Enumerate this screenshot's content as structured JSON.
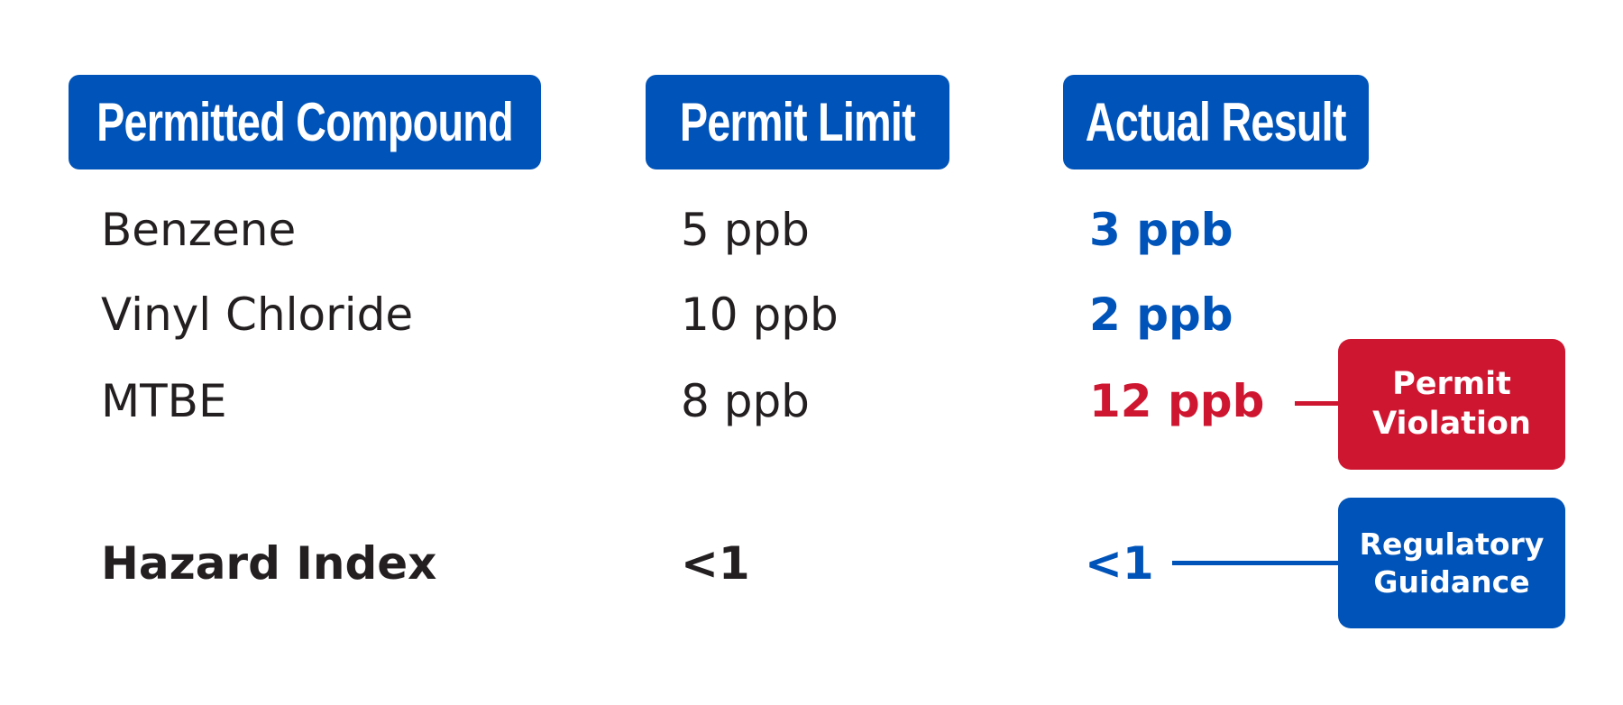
{
  "colors": {
    "header_blue": "#0053b8",
    "result_blue": "#0053b8",
    "violation_red": "#cf1631",
    "text": "#231f20"
  },
  "table": {
    "headers": [
      "Permitted Compound",
      "Permit Limit",
      "Actual Result"
    ],
    "rows": [
      {
        "compound": "Benzene",
        "limit": "5 ppb",
        "result": "3 ppb"
      },
      {
        "compound": "Vinyl Chloride",
        "limit": "10 ppb",
        "result": "2 ppb"
      },
      {
        "compound": "MTBE",
        "limit": "8 ppb",
        "result": "12 ppb"
      }
    ],
    "summary": {
      "label": "Hazard Index",
      "limit": "<1",
      "result": "<1"
    }
  },
  "tags": {
    "violation": {
      "line1": "Permit",
      "line2": "Violation"
    },
    "guidance": {
      "line1": "Regulatory",
      "line2": "Guidance"
    }
  }
}
